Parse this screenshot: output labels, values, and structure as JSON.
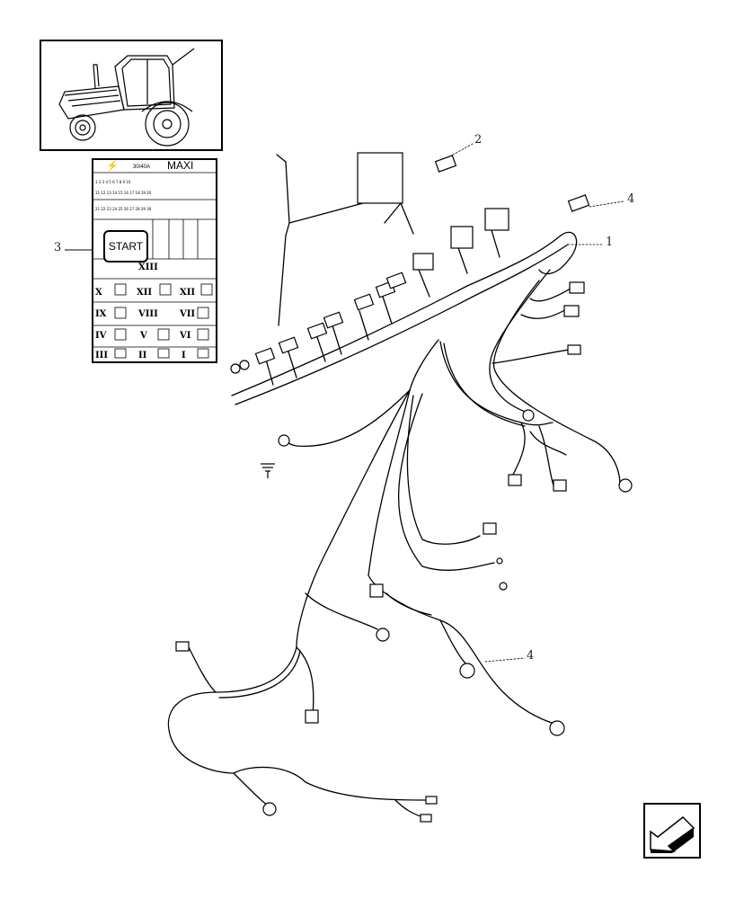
{
  "callouts": {
    "c1": "1",
    "c2": "2",
    "c3": "3",
    "c4a": "4",
    "c4b": "4"
  },
  "fusebox": {
    "maxi_label": "MAXI",
    "amp_label": "30/40A",
    "start_label": "START",
    "roman_numerals": [
      "XIII",
      "X",
      "XII",
      "XII",
      "IX",
      "VIII",
      "VII",
      "IV",
      "V",
      "VI",
      "III",
      "II",
      "I"
    ]
  },
  "ground_symbol": "ground-icon",
  "nav_icon": "arrow-back-icon",
  "colors": {
    "line": "#000000",
    "background": "#ffffff"
  }
}
